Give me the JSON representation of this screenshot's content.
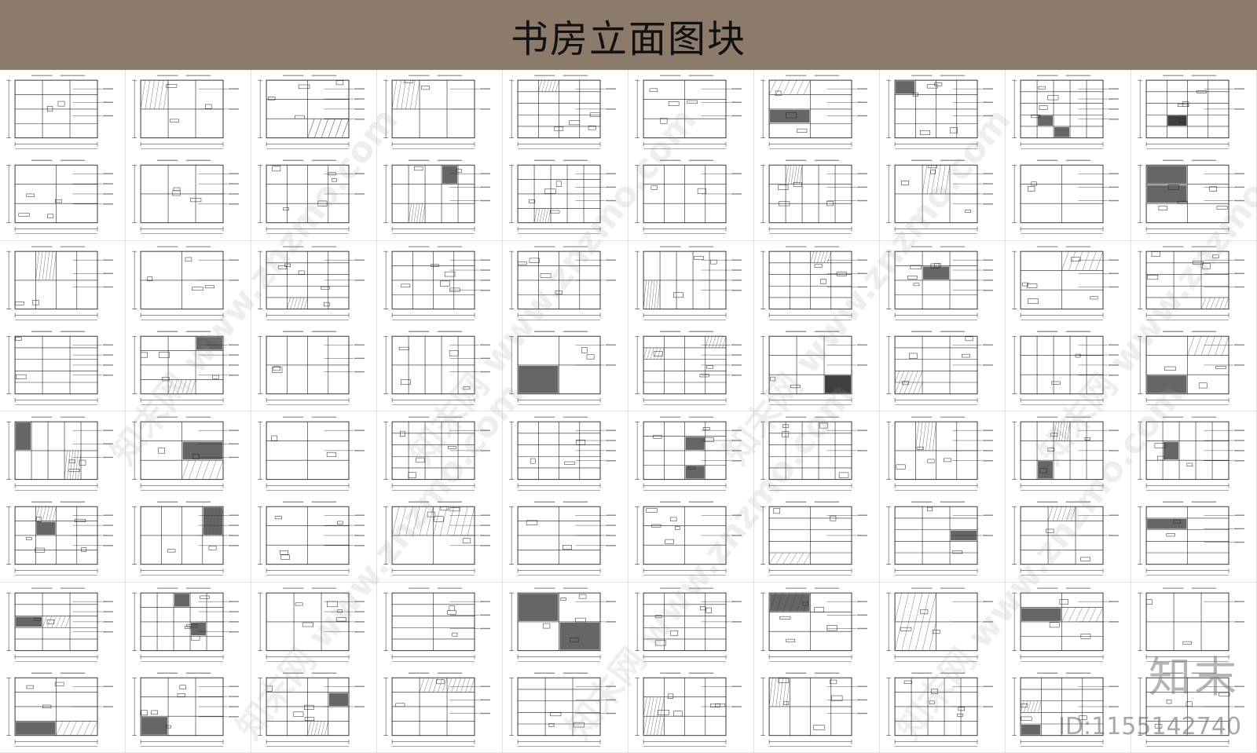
{
  "banner": {
    "title": "书房立面图块",
    "background": "#8c7a6b"
  },
  "grid": {
    "columns": 10,
    "rows": 4,
    "drawings_per_cell": 2
  },
  "watermarks": {
    "site_text": "知末网 www.znzmo.com",
    "brand": "知末",
    "id": "ID:1155142740"
  },
  "colors": {
    "line": "#222222",
    "fill_dark": "#333333",
    "hatch": "#555555"
  }
}
